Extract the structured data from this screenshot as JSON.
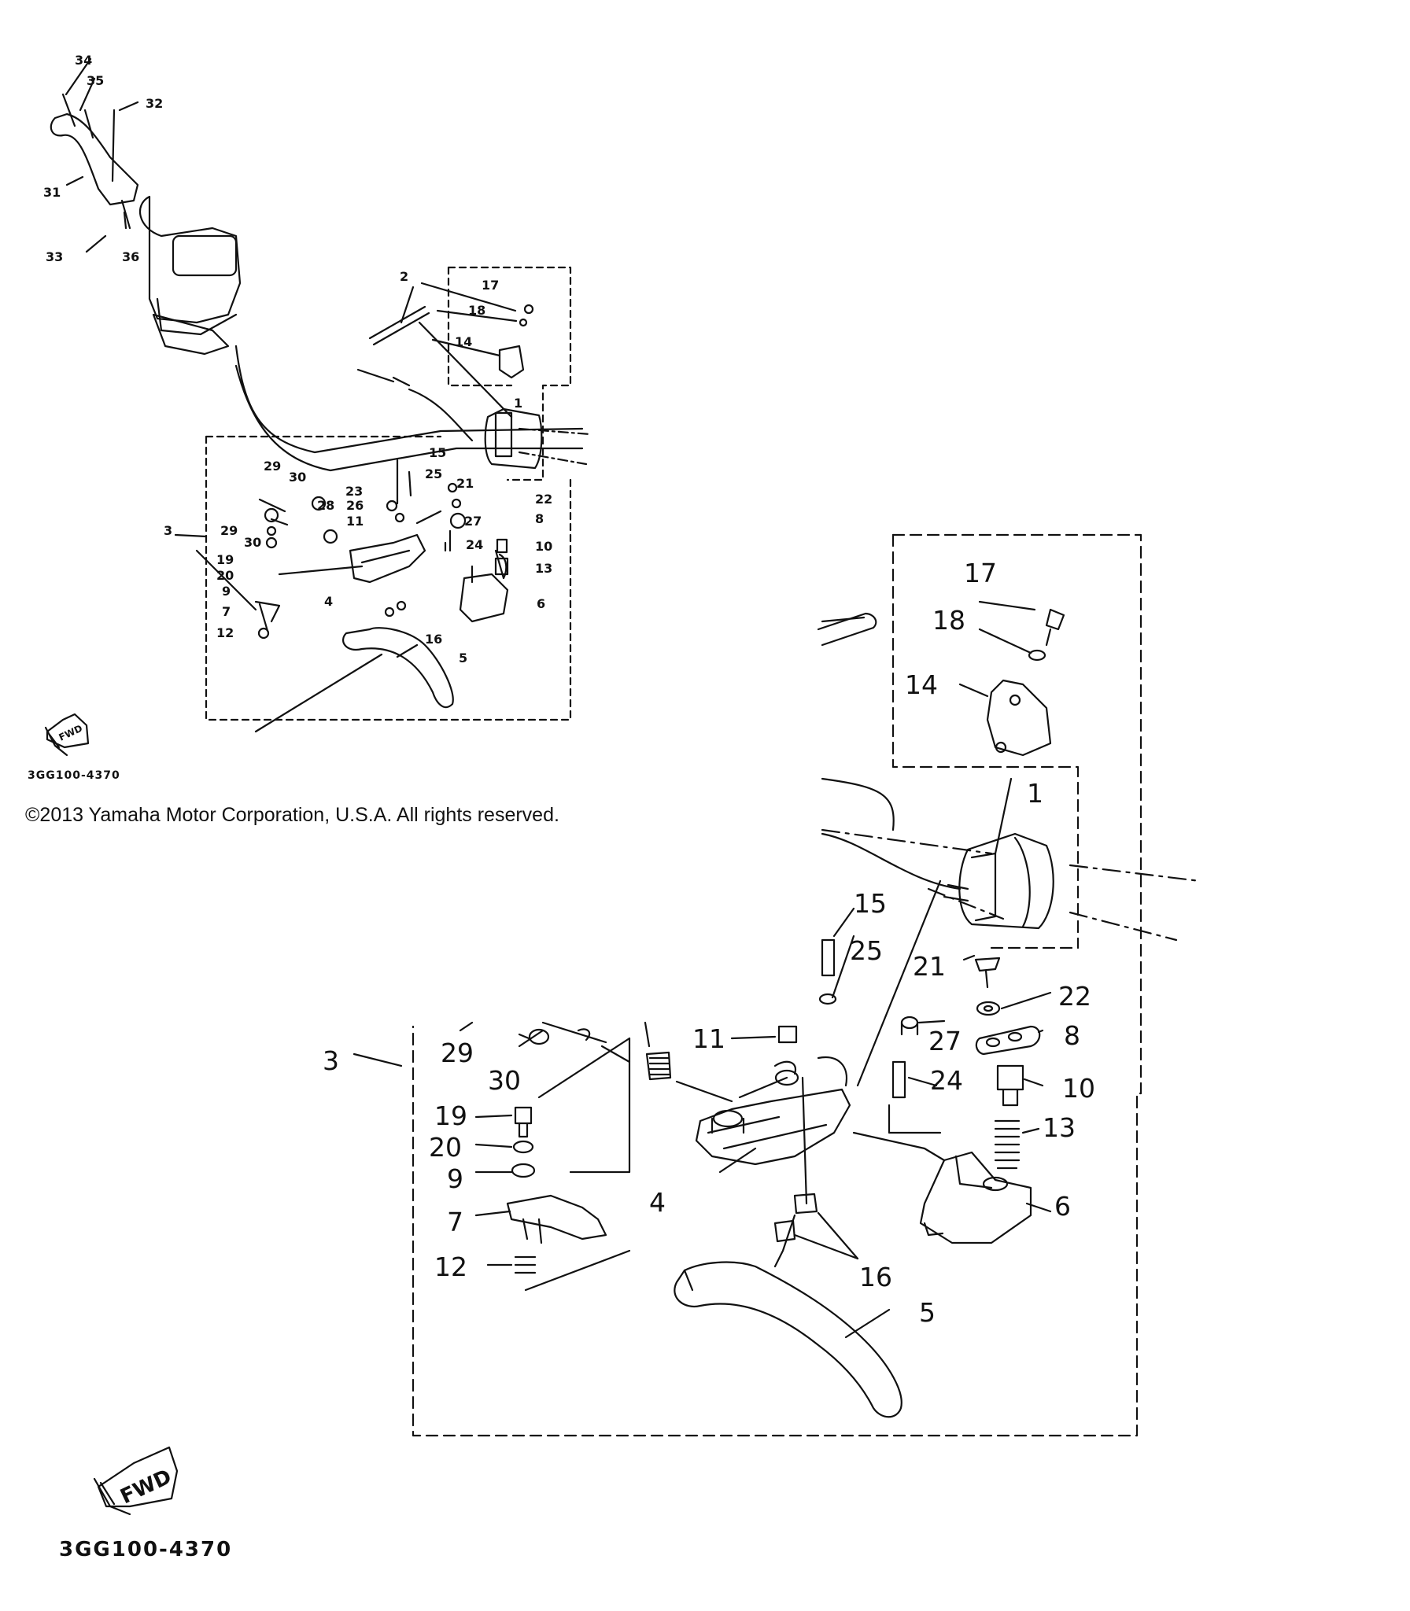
{
  "copyright": "©2013 Yamaha Motor Corporation, U.S.A. All rights reserved.",
  "diagram_code": "3GG100-4370",
  "fwd_label": "FWD",
  "callouts": {
    "c1": "1",
    "c2": "2",
    "c3": "3",
    "c4": "4",
    "c5": "5",
    "c6": "6",
    "c7": "7",
    "c8": "8",
    "c9": "9",
    "c10": "10",
    "c11": "11",
    "c12": "12",
    "c13": "13",
    "c14": "14",
    "c15": "15",
    "c16": "16",
    "c17": "17",
    "c18": "18",
    "c19": "19",
    "c20": "20",
    "c21": "21",
    "c22": "22",
    "c23": "23",
    "c24": "24",
    "c25": "25",
    "c26": "26",
    "c27": "27",
    "c28": "28",
    "c29": "29",
    "c30": "30",
    "c31": "31",
    "c32": "32",
    "c33": "33",
    "c34": "34",
    "c35": "35",
    "c36": "36"
  },
  "colors": {
    "ink": "#111111",
    "paper": "#ffffff"
  }
}
